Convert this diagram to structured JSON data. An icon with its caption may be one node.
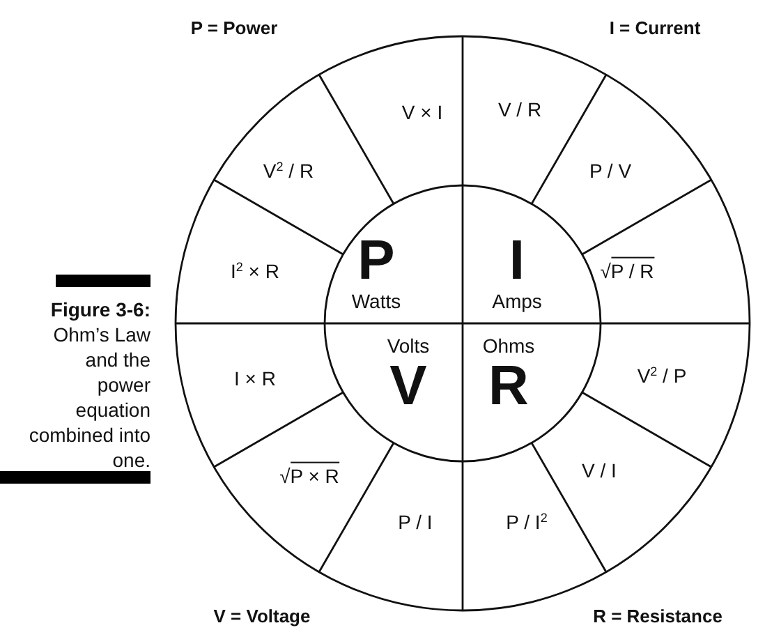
{
  "diagram": {
    "caption": "**Figure 3-6:** Ohm’s Law and the power equation combined into one.",
    "nodes": [
      {
        "text": [
          "P",
          "Watts"
        ]
      },
      {
        "text": [
          "I",
          "Amps"
        ]
      },
      {
        "text": [
          "Volts",
          "V"
        ]
      },
      {
        "text": [
          "Ohms",
          "R"
        ]
      },
      {
        "text": [
          "V × I"
        ]
      },
      {
        "text": [
          "V / R"
        ]
      },
      {
        "text": [
          "P / V"
        ]
      },
      {
        "text": [
          "√P / R"
        ]
      },
      {
        "text": [
          "V$^{2}$ / P"
        ]
      },
      {
        "text": [
          "V / I"
        ]
      },
      {
        "text": [
          "P / I$^{2}$"
        ]
      },
      {
        "text": [
          "P / I"
        ]
      },
      {
        "text": [
          "√P × R"
        ]
      },
      {
        "text": [
          "I × R"
        ]
      },
      {
        "text": [
          "I$^{2}$ × R"
        ]
      },
      {
        "text": [
          "V$^{2}$ / R"
        ]
      }
    ],
    "labels": [
      "P = Power",
      "I = Current",
      "V = Voltage",
      "R = Resistance"
    ]
  }
}
